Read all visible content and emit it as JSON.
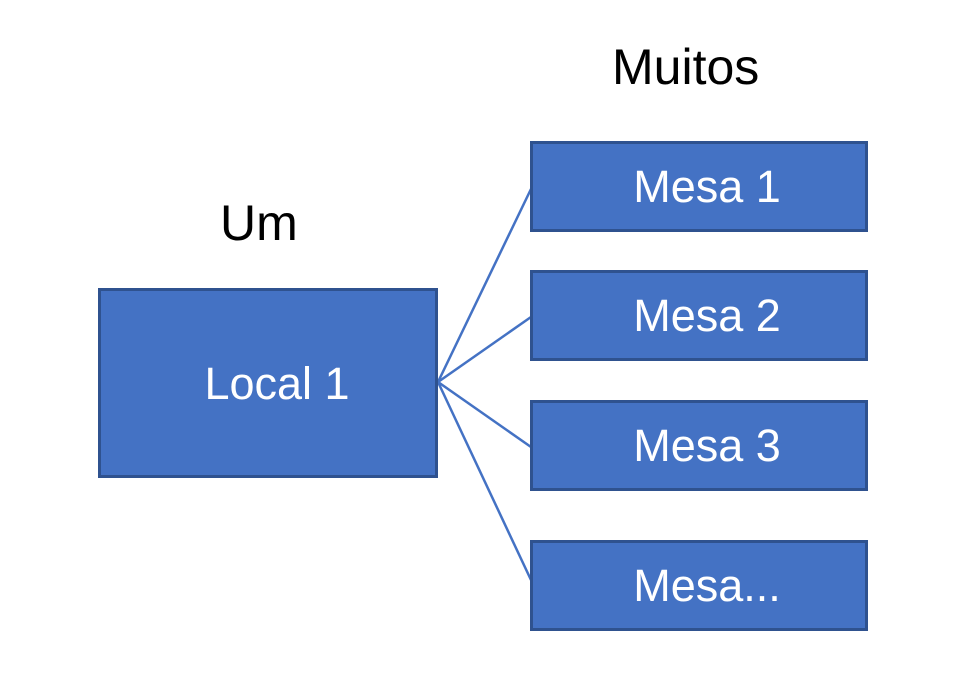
{
  "diagram": {
    "type": "entity-relationship-cardinality",
    "background_color": "#FFFFFF",
    "node_fill_color": "#4472C4",
    "node_border_color": "#2F528F",
    "node_text_color": "#FFFFFF",
    "connector_color": "#4472C4",
    "caption_text_color": "#000000",
    "captions": {
      "one_side": "Um",
      "many_side": "Muitos"
    },
    "one_side": {
      "nodes": [
        {
          "label": "Local 1"
        }
      ]
    },
    "many_side": {
      "nodes": [
        {
          "label": "Mesa 1"
        },
        {
          "label": "Mesa 2"
        },
        {
          "label": "Mesa 3"
        },
        {
          "label": "Mesa..."
        }
      ]
    },
    "connectors": [
      {
        "from": "Local 1",
        "to": "Mesa 1"
      },
      {
        "from": "Local 1",
        "to": "Mesa 2"
      },
      {
        "from": "Local 1",
        "to": "Mesa 3"
      },
      {
        "from": "Local 1",
        "to": "Mesa..."
      }
    ]
  }
}
